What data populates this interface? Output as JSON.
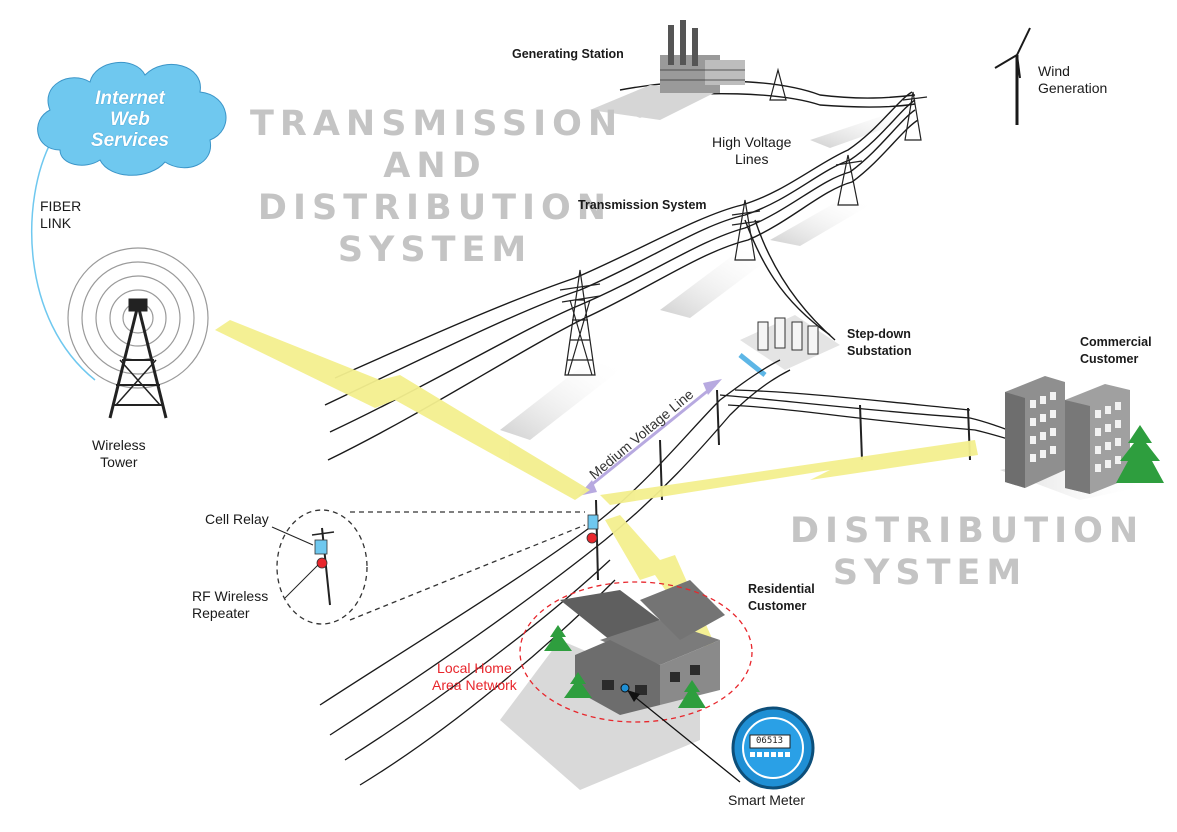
{
  "labels": {
    "generating_station": "Generating Station",
    "wind_generation": "Wind\nGeneration",
    "high_voltage_lines": "High Voltage\nLines",
    "transmission_system": "Transmission System",
    "step_down_substation": "Step-down\nSubstation",
    "commercial_customer": "Commercial\nCustomer",
    "fiber_link": "FIBER\nLINK",
    "wireless_tower": "Wireless\nTower",
    "cell_relay": "Cell Relay",
    "rf_wireless_repeater": "RF Wireless\nRepeater",
    "residential_customer": "Residential\nCustomer",
    "local_home_area_network": "Local Home\nArea Network",
    "smart_meter": "Smart Meter",
    "medium_voltage_line": "Medium Voltage Line",
    "meter_reading": "06513"
  },
  "titles": {
    "transmission_distribution": "TRANSMISSION\nAND DISTRIBUTION\nSYSTEM",
    "distribution": "DISTRIBUTION\nSYSTEM"
  },
  "cloud": {
    "text": "Internet\nWeb\nServices"
  },
  "colors": {
    "cloud_fill": "#6fc8ef",
    "lightning": "#f3ef8e",
    "title_gray": "#c4c4c4",
    "han_red": "#e8262c",
    "meter_blue": "#1f8fd4",
    "tree_green": "#2e9e3e",
    "building_gray": "#8f8f8f",
    "house_gray": "#6d6d6d",
    "medium_line_purple": "#b7a9e0"
  }
}
